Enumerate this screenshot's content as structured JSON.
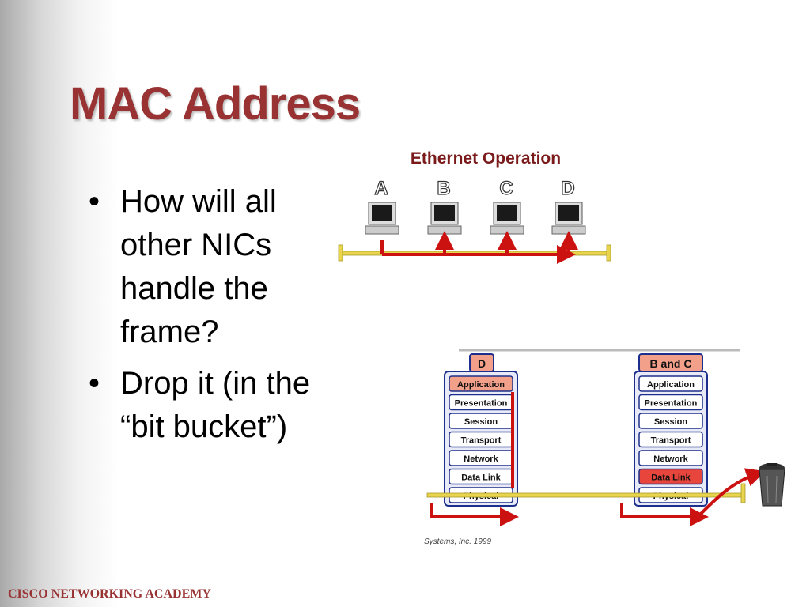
{
  "slide": {
    "title": "MAC Address",
    "bullets": [
      "How will all other NICs handle the frame?",
      "Drop it (in the “bit bucket”)"
    ],
    "footer": "CISCO NETWORKING ACADEMY"
  },
  "ethernet_figure": {
    "title": "Ethernet Operation",
    "stations": [
      "A",
      "B",
      "C",
      "D"
    ]
  },
  "osi_figure": {
    "left_header": "D",
    "right_header": "B and C",
    "layers": [
      "Application",
      "Presentation",
      "Session",
      "Transport",
      "Network",
      "Data Link",
      "Physical"
    ],
    "left_highlight": "Application",
    "right_highlight": "Data Link",
    "copyright": "Systems, Inc. 1999"
  },
  "colors": {
    "title": "#993333",
    "title_rule": "#2f7fa6",
    "signal_red": "#cc1111",
    "bus_yellow": "#e8d44d",
    "layer_border": "#1d2f8c",
    "highlight_fill": "#f2a08a",
    "datalink_highlight": "#e8453c"
  }
}
